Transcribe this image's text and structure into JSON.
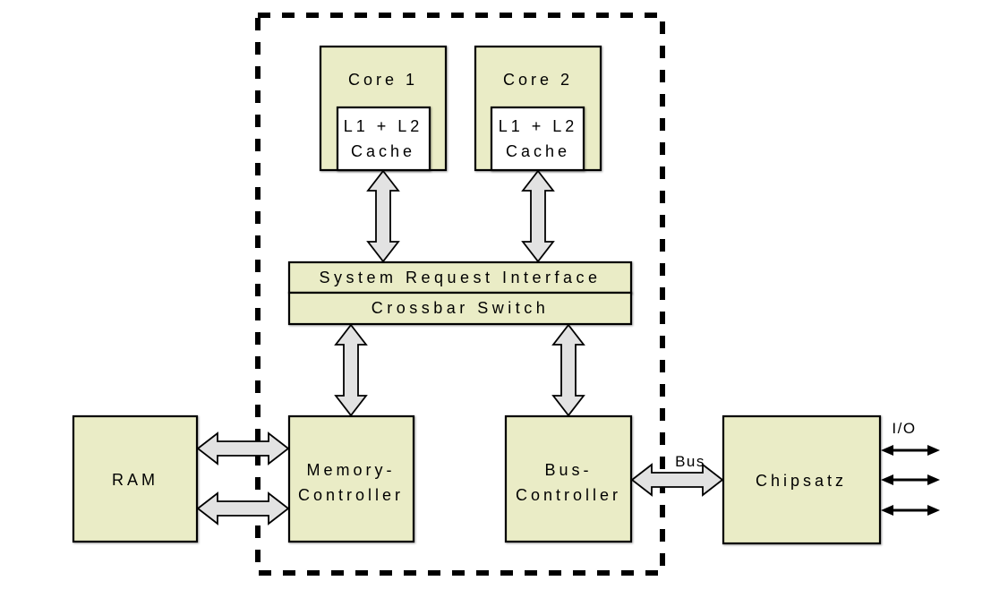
{
  "colors": {
    "block_fill": "#eaecc6",
    "cache_fill": "#ffffff",
    "arrow_fill": "#e2e2e2",
    "line": "#000000",
    "background": "#ffffff"
  },
  "nodes": {
    "core1": {
      "label": "Core 1"
    },
    "core2": {
      "label": "Core 2"
    },
    "cache1": {
      "line1": "L1 + L2",
      "line2": "Cache"
    },
    "cache2": {
      "line1": "L1 + L2",
      "line2": "Cache"
    },
    "system_request_interface": {
      "label": "System Request Interface"
    },
    "crossbar_switch": {
      "label": "Crossbar Switch"
    },
    "ram": {
      "label": "RAM"
    },
    "memory_controller": {
      "line1": "Memory-",
      "line2": "Controller"
    },
    "bus_controller": {
      "line1": "Bus-",
      "line2": "Controller"
    },
    "chipset": {
      "label": "Chipsatz"
    }
  },
  "labels": {
    "bus": "Bus",
    "io": "I/O"
  }
}
